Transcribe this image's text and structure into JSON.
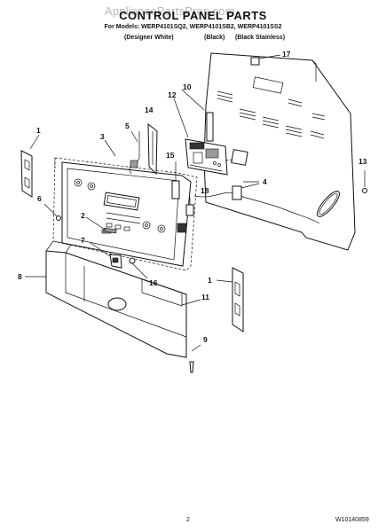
{
  "watermark": "AppliancePartsPros.com",
  "header": {
    "title": "CONTROL PANEL PARTS",
    "models_line": "For Models: WERP4101SQ2, WERP4101SB2, WERP4101SS2",
    "variants": [
      "(Designer White)",
      "(Black)",
      "(Black Stainless)"
    ]
  },
  "callouts": [
    "1",
    "2",
    "3",
    "4",
    "5",
    "6",
    "7",
    "8",
    "9",
    "10",
    "11",
    "12",
    "13",
    "14",
    "15",
    "16",
    "17",
    "18",
    "1"
  ],
  "footer": {
    "page_number": "2",
    "doc_number": "W10140859"
  }
}
